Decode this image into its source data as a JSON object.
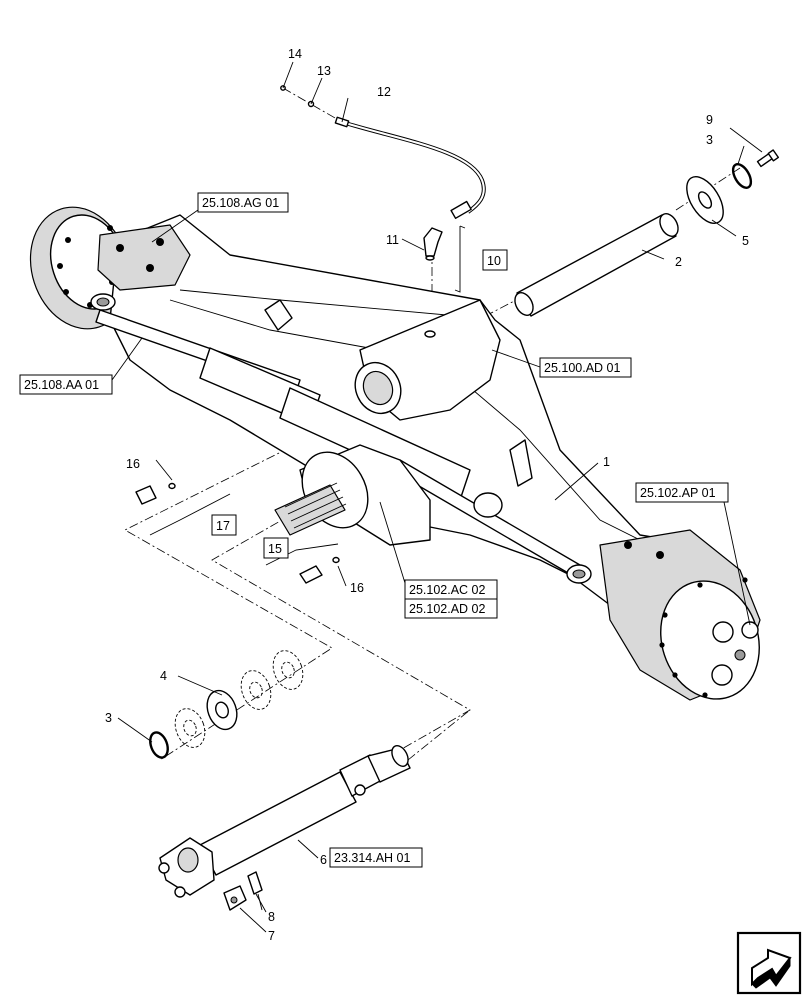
{
  "callouts": {
    "c1": "1",
    "c2": "2",
    "c3a": "3",
    "c3b": "3",
    "c4": "4",
    "c5": "5",
    "c6": "6",
    "c7": "7",
    "c8": "8",
    "c9": "9",
    "c10": "10",
    "c11": "11",
    "c12": "12",
    "c13": "13",
    "c14": "14",
    "c15": "15",
    "c16a": "16",
    "c16b": "16",
    "c17": "17"
  },
  "references": {
    "r_ag": "25.108.AG 01",
    "r_aa": "25.108.AA 01",
    "r_ad": "25.100.AD 01",
    "r_ap": "25.102.AP 01",
    "r_ac": "25.102.AC 02",
    "r_ad2": "25.102.AD 02",
    "r_ah": "23.314.AH 01"
  },
  "icons": {
    "nav": "next-page-arrow-icon"
  }
}
